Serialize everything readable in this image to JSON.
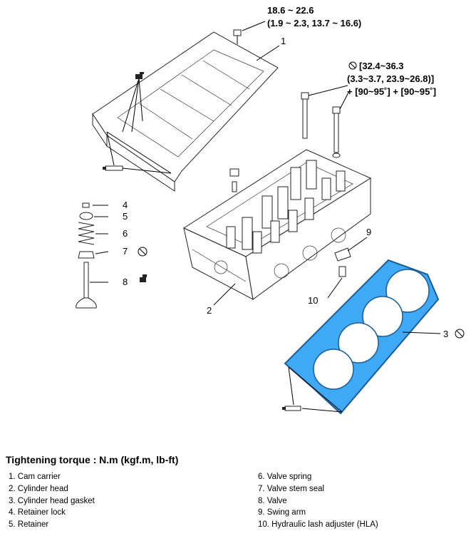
{
  "callouts": {
    "torque_carrier_line1": "18.6 ~ 22.6",
    "torque_carrier_line2": "(1.9 ~ 2.3, 13.7 ~ 16.6)",
    "torque_head_line1": "[32.4~36.3",
    "torque_head_line2": "(3.3~3.7, 23.9~26.8)]",
    "torque_head_line3": "+ [90~95˚] + [90~95˚]",
    "labels": [
      "1",
      "2",
      "3",
      "4",
      "5",
      "6",
      "7",
      "8",
      "9",
      "10"
    ]
  },
  "icons": {
    "no_reuse": "circle-slash-icon",
    "sealant": "sealant-icon"
  },
  "heading": "Tightening torque : N.m (kgf.m, lb-ft)",
  "legend": {
    "left": [
      "1. Cam carrier",
      "2. Cylinder head",
      "3. Cylinder head gasket",
      "4. Retainer lock",
      "5. Retainer"
    ],
    "right": [
      "6. Valve spring",
      "7. Valve stem seal",
      "8. Valve",
      "9. Swing arm",
      "10. Hydraulic lash adjuster (HLA)"
    ]
  },
  "colors": {
    "gasket": "#3fa9f5",
    "gasket_outline": "#1b5c94"
  }
}
